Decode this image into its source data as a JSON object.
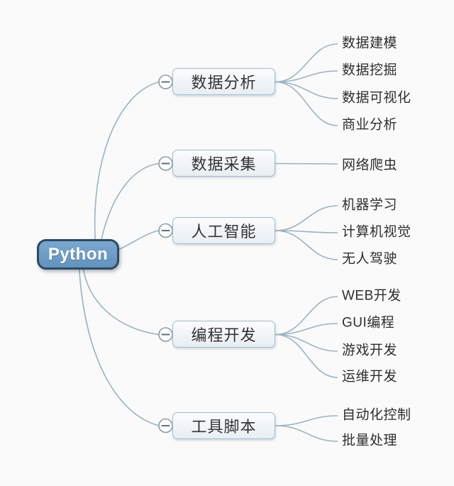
{
  "root": {
    "label": "Python"
  },
  "branches": [
    {
      "label": "数据分析",
      "children": [
        {
          "label": "数据建模"
        },
        {
          "label": "数据挖掘"
        },
        {
          "label": "数据可视化"
        },
        {
          "label": "商业分析"
        }
      ]
    },
    {
      "label": "数据采集",
      "children": [
        {
          "label": "网络爬虫"
        }
      ]
    },
    {
      "label": "人工智能",
      "children": [
        {
          "label": "机器学习"
        },
        {
          "label": "计算机视觉"
        },
        {
          "label": "无人驾驶"
        }
      ]
    },
    {
      "label": "编程开发",
      "children": [
        {
          "label": "WEB开发"
        },
        {
          "label": "GUI编程"
        },
        {
          "label": "游戏开发"
        },
        {
          "label": "运维开发"
        }
      ]
    },
    {
      "label": "工具脚本",
      "children": [
        {
          "label": "自动化控制"
        },
        {
          "label": "批量处理"
        }
      ]
    }
  ],
  "colors": {
    "canvas_bg": "#fafafa",
    "connector": "#9db2c0",
    "branch_fill_top": "#fbfcfd",
    "branch_fill_bottom": "#e8eef3",
    "branch_border": "#a3bccd",
    "branch_text": "#333333",
    "leaf_text": "#2e2e2e",
    "root_fill_top": "#7aa7cd",
    "root_fill_bottom": "#6293bf",
    "root_border": "#2e4a60",
    "root_text": "#ffffff",
    "toggle_border": "#8a99a4",
    "toggle_minus": "#5f6e79",
    "toggle_fill": "#ffffff"
  }
}
